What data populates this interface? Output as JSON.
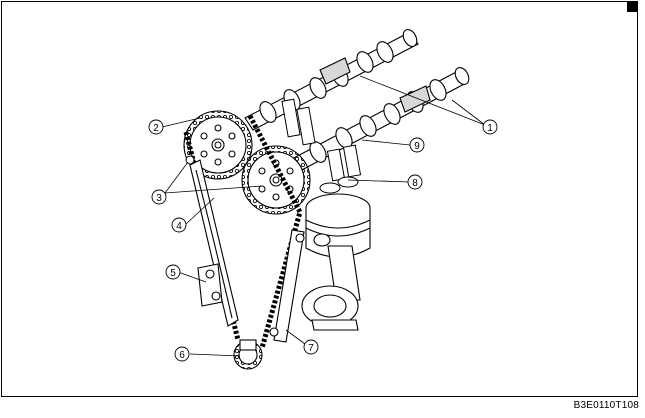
{
  "figure": {
    "reference_code": "B3E0110T108",
    "callouts": [
      {
        "id": "callout-1",
        "label": "1"
      },
      {
        "id": "callout-2",
        "label": "2"
      },
      {
        "id": "callout-3",
        "label": "3"
      },
      {
        "id": "callout-4",
        "label": "4"
      },
      {
        "id": "callout-5",
        "label": "5"
      },
      {
        "id": "callout-6",
        "label": "6"
      },
      {
        "id": "callout-7",
        "label": "7"
      },
      {
        "id": "callout-8",
        "label": "8"
      },
      {
        "id": "callout-9",
        "label": "9"
      }
    ]
  },
  "colors": {
    "line": "#000000",
    "background": "#ffffff",
    "shade": "#d8d8d8"
  }
}
